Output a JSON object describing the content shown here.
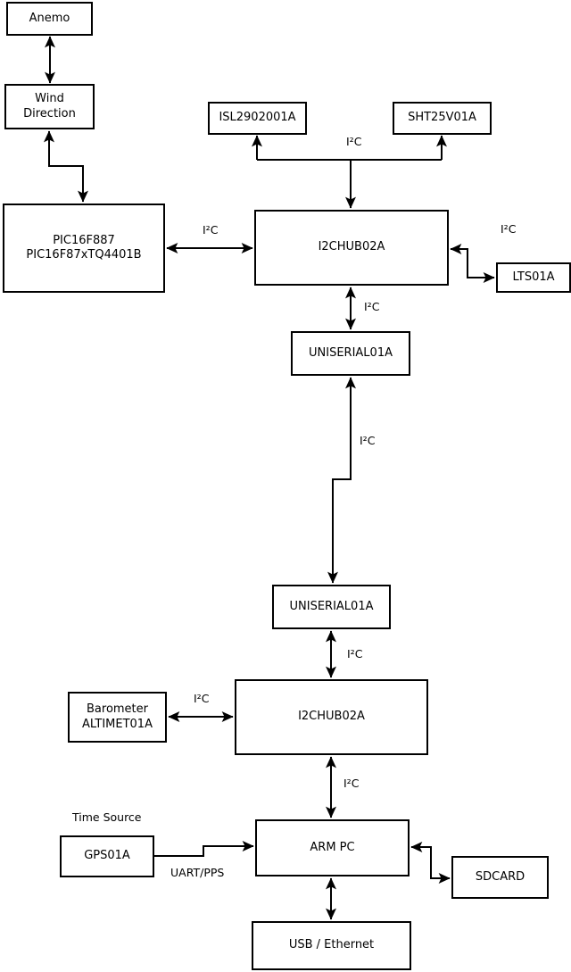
{
  "diagram": {
    "nodes": {
      "anemo": {
        "label": "Anemo"
      },
      "wind_direction": {
        "line1": "Wind",
        "line2": "Direction"
      },
      "pic": {
        "line1": "PIC16F887",
        "line2": "PIC16F87xTQ4401B"
      },
      "isl": {
        "label": "ISL2902001A"
      },
      "sht": {
        "label": "SHT25V01A"
      },
      "i2chub_top": {
        "label": "I2CHUB02A"
      },
      "lts": {
        "label": "LTS01A"
      },
      "uniserial_top": {
        "label": "UNISERIAL01A"
      },
      "uniserial_bottom": {
        "label": "UNISERIAL01A"
      },
      "i2chub_bottom": {
        "label": "I2CHUB02A"
      },
      "barometer": {
        "line1": "Barometer",
        "line2": "ALTIMET01A"
      },
      "gps": {
        "label": "GPS01A"
      },
      "arm_pc": {
        "label": "ARM PC"
      },
      "sdcard": {
        "label": "SDCARD"
      },
      "usb_ethernet": {
        "label": "USB / Ethernet"
      }
    },
    "labels": {
      "i2c": "I²C",
      "time_source": "Time Source",
      "uart_pps": "UART/PPS"
    },
    "colors": {
      "line": "#000000",
      "box_border": "#000000",
      "box_fill": "#ffffff",
      "background": "#ffffff",
      "text": "#000000"
    }
  }
}
